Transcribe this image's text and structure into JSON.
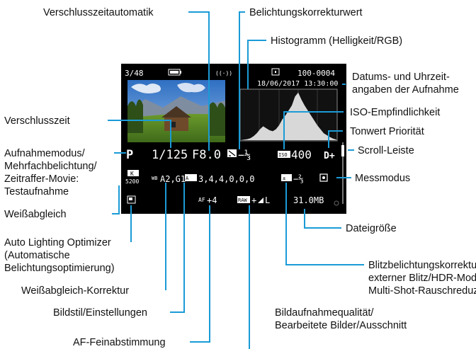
{
  "callouts": {
    "verschlusszeitautomatik": "Verschlusszeitautomatik",
    "belichtungskorrekturwert": "Belichtungskorrekturwert",
    "histogramm": "Histogramm (Helligkeit/RGB)",
    "datum_line1": "Datums- und Uhrzeit-",
    "datum_line2": "angaben der Aufnahme",
    "iso": "ISO-Empfindlichkeit",
    "tonwert": "Tonwert Priorität",
    "scroll": "Scroll-Leiste",
    "verschlusszeit": "Verschlusszeit",
    "modus_line1": "Aufnahmemodus/",
    "modus_line2": "Mehrfachbelichtung/",
    "modus_line3": "Zeitraffer-Movie:",
    "modus_line4": "Testaufnahme",
    "messmodus": "Messmodus",
    "weissabgleich": "Weißabgleich",
    "dateigroesse": "Dateigröße",
    "alo_line1": "Auto Lighting Optimizer",
    "alo_line2": "(Automatische",
    "alo_line3": "Belichtungsoptimierung)",
    "blitz_line1": "Blitzbelichtungskorrekturwert/",
    "blitz_line2": "externer Blitz/HDR-Modus",
    "blitz_line3": "Multi-Shot-Rauschreduzierung",
    "wb_korrektur": "Weißabgleich-Korrektur",
    "bildstil": "Bildstil/Einstellungen",
    "bildqualitaet_line1": "Bildaufnahmequalität/",
    "bildqualitaet_line2": "Bearbeitete Bilder/Ausschnitt",
    "af": "AF-Feinabstimmung"
  },
  "screen": {
    "frame_counter": "3/48",
    "folder_file": "100-0004",
    "date_time": "18/06/2017 13:30:00",
    "mode": "P",
    "shutter": "1/125",
    "aperture": "F8.0",
    "exposure_comp": "−⅓",
    "iso_value": "400",
    "tone_priority": "D+",
    "wb_temp": "5200",
    "wb_shift": "A2,G1",
    "picture_style": "3,4,4,0,0,0",
    "flash_comp": "−⅔",
    "af_adjust": "+4",
    "quality": "L",
    "file_size": "31.0MB"
  },
  "chart_data": {
    "type": "area",
    "title": "",
    "xlabel": "",
    "ylabel": "",
    "x": [
      0,
      1,
      2,
      3,
      4,
      5,
      6,
      7,
      8,
      9,
      10,
      11,
      12,
      13,
      14,
      15,
      16,
      17,
      18,
      19,
      20,
      21,
      22,
      23,
      24,
      25,
      26,
      27,
      28,
      29,
      30
    ],
    "values": [
      0,
      1,
      2,
      4,
      8,
      14,
      22,
      28,
      24,
      20,
      18,
      22,
      30,
      42,
      50,
      60,
      70,
      88,
      96,
      82,
      70,
      60,
      50,
      40,
      30,
      22,
      14,
      10,
      6,
      3,
      1
    ],
    "ylim": [
      0,
      100
    ],
    "grid": true
  },
  "colors": {
    "leader": "#1a9bd7",
    "screen_bg": "#000000",
    "text": "#111111"
  }
}
